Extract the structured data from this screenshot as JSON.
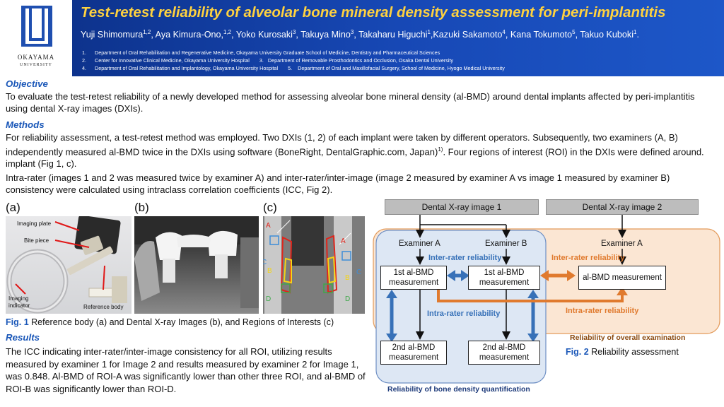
{
  "header": {
    "logo": {
      "name": "OKAYAMA",
      "sub": "UNIVERSITY"
    },
    "title": "Test-retest reliability of alveolar bone mineral density assessment for peri-implantitis",
    "authors": [
      {
        "name": "Yuji Shimomura",
        "sup": "1,2"
      },
      {
        "name": "Aya Kimura-Ono,",
        "sup": "1,2"
      },
      {
        "name": "Yoko Kurosaki",
        "sup": "3"
      },
      {
        "name": "Takuya Mino",
        "sup": "3"
      },
      {
        "name": "Takaharu Higuchi",
        "sup": "1"
      },
      {
        "name": "Kazuki Sakamoto",
        "sup": "4"
      },
      {
        "name": "Kana Tokumoto",
        "sup": "5"
      },
      {
        "name": "Takuo Kuboki",
        "sup": "1"
      }
    ],
    "affiliations": {
      "a1_num": "1.",
      "a1": "Department of Oral Rehabilitation and Regenerative Medicine, Okayama University Graduate School of Medicine, Dentistry and Pharmaceutical Sciences",
      "a2_num": "2.",
      "a2": "Center for Innovative Clinical Medicine, Okayama University Hospital",
      "a3_num": "3.",
      "a3": "Department of Removable Prosthodontics and Occlusion, Osaka Dental University",
      "a4_num": "4.",
      "a4": "Department of Oral Rehabilitation and Implantology, Okayama University Hospital",
      "a5_num": "5.",
      "a5": "Department of Oral and Maxillofacial Surgery, School of Medicine, Hyogo Medical University"
    }
  },
  "objective": {
    "heading": "Objective",
    "text": "To evaluate the test-retest reliability of a newly developed method for assessing alveolar bone mineral density (al-BMD) around dental implants affected by peri-implantitis using dental X-ray images (DXIs)."
  },
  "methods": {
    "heading": "Methods",
    "p1_a": "For reliability assessment, a test-retest method was employed. Two DXIs (1, 2) of each implant were taken by different operators. Subsequently, two examiners (A, B) independently measured al-BMD twice in the DXIs using software (BoneRight, DentalGraphic.com, Japan)",
    "p1_sup": "1)",
    "p1_b": ". Four regions of interest (ROI) in the DXIs were defined around. implant (Fig 1, c).",
    "p2": "Intra-rater (images 1 and 2 was measured twice by examiner A) and inter-rater/inter-image (image 2 measured by examiner A vs image 1 measured by examiner B) consistency were calculated using intraclass correlation coefficients (ICC, Fig 2)."
  },
  "fig1": {
    "label_a": "(a)",
    "label_b": "(b)",
    "label_c": "(c)",
    "a_annotations": {
      "imaging_plate": "Imaging plate",
      "bite_piece": "Bite piece",
      "imaging_indicator": "Imaging\nindicator",
      "reference_body": "Reference body"
    },
    "c_rois": {
      "left_a": "A",
      "left_c": "C",
      "left_b": "B",
      "left_d": "D",
      "right_a": "A",
      "right_c": "C",
      "right_b": "B",
      "right_d": "D"
    },
    "caption_no": "Fig. 1",
    "caption": " Reference body (a) and Dental X-ray Images (b), and Regions of Interests (c)"
  },
  "results": {
    "heading": "Results",
    "text": "The ICC indicating inter-rater/inter-image consistency for all ROI, utilizing results measured by examiner 1 for Image 2 and results measured by examiner 2 for Image 1, was 0.848. Al-BMD of ROI-A was significantly lower than other three ROI, and al-BMD of ROI-B was significantly lower than ROI-D."
  },
  "fig2": {
    "dxi1": "Dental X-ray image 1",
    "dxi2": "Dental X-ray image 2",
    "examiner_a_left": "Examiner A",
    "examiner_b": "Examiner B",
    "examiner_a_right": "Examiner A",
    "inter_rater_blue": "Inter-rater reliability",
    "inter_rater_orange": "Inter-rater reliability",
    "intra_rater_blue": "Intra-rater reliability",
    "intra_rater_orange": "Intra-rater reliability",
    "first_bmd_a": "1st al-BMD\nmeasurement",
    "first_bmd_b": "1st al-BMD\nmeasurement",
    "al_bmd_measurement": "al-BMD measurement",
    "second_bmd_a": "2nd al-BMD\nmeasurement",
    "second_bmd_b": "2nd al-BMD\nmeasurement",
    "overall_label": "Reliability of overall examination",
    "quant_label": "Reliability of bone density quantification",
    "caption_no": "Fig. 2",
    "caption": " Reliability assessment",
    "colors": {
      "blue": "#3771b8",
      "orange": "#e07a2e",
      "blue_region": "#dde7f4",
      "orange_region": "#fbe6d3"
    }
  }
}
